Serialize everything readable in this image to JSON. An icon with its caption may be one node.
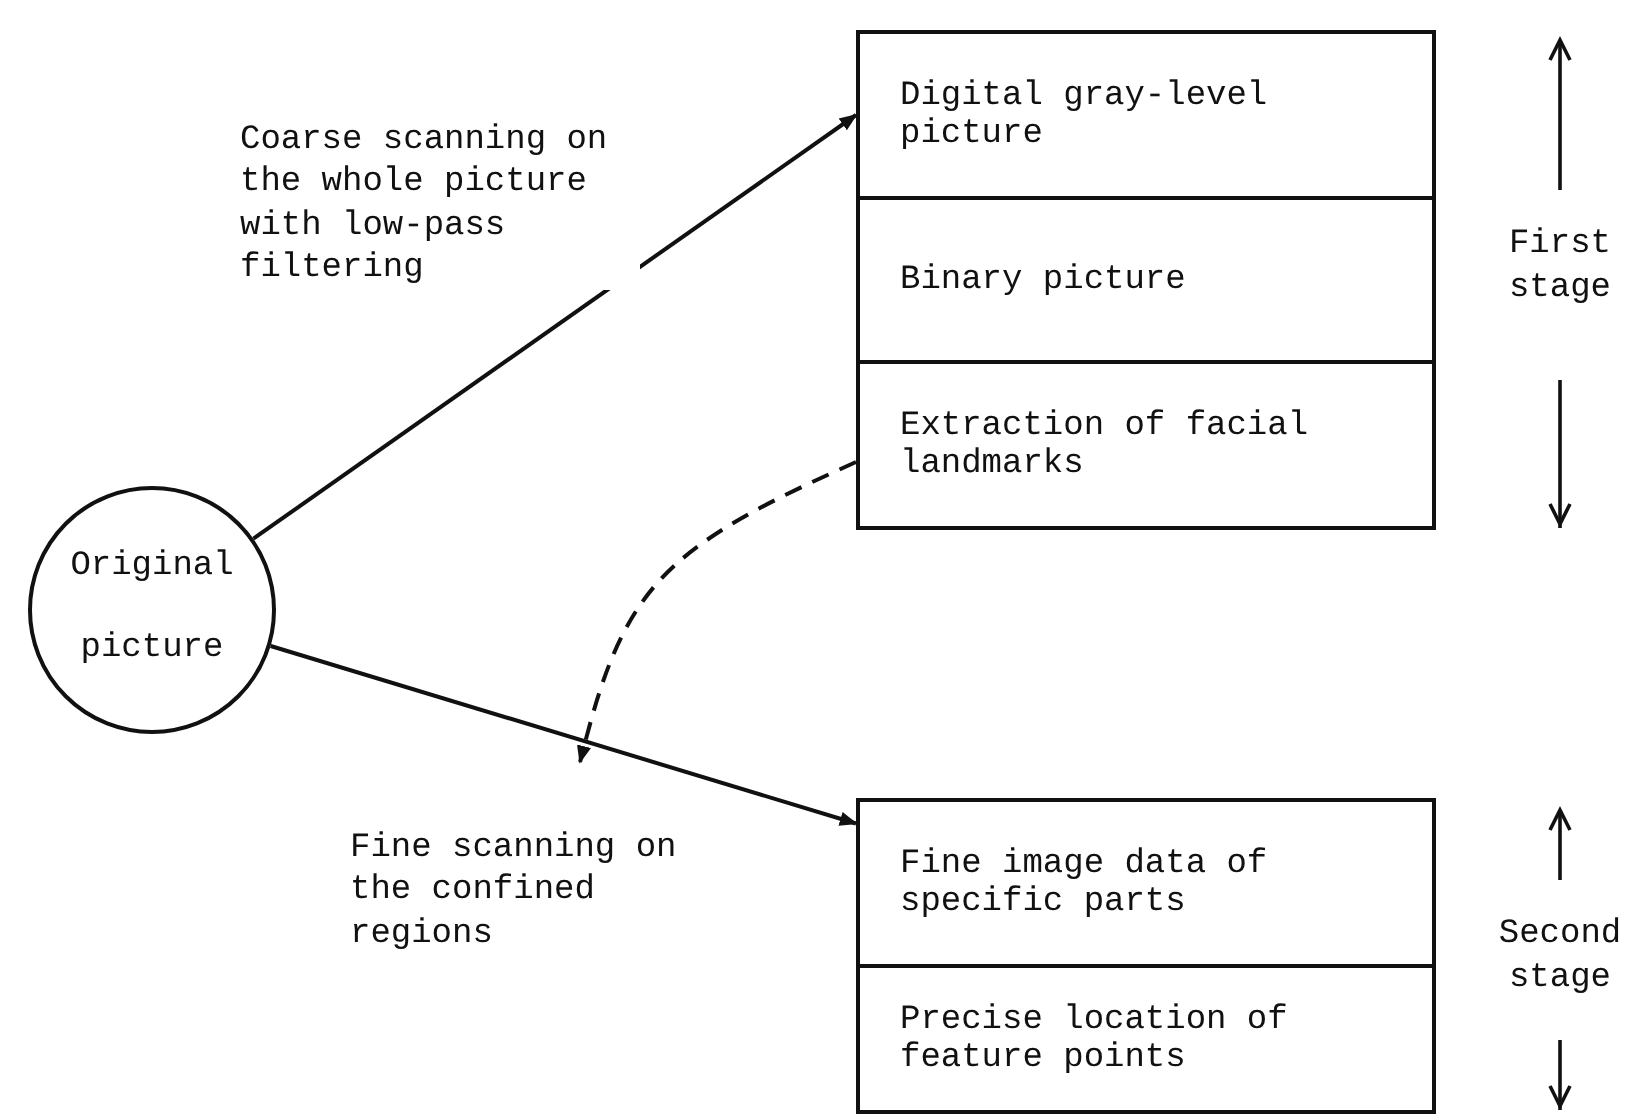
{
  "diagram": {
    "nodes": [
      {
        "text": [
          "Original picture"
        ]
      },
      {
        "text": [
          "Digital gray-level picture"
        ]
      },
      {
        "text": [
          "Binary picture"
        ]
      },
      {
        "text": [
          "Extraction of facial landmarks"
        ]
      },
      {
        "text": [
          "Fine image data of specific parts"
        ]
      },
      {
        "text": [
          "Precise location of feature points"
        ]
      }
    ],
    "edges": [
      {
        "from": 0,
        "to": 1,
        "arrow": "to",
        "label": "Coarse scanning on the whole picture with low-pass filtering"
      },
      {
        "from": 0,
        "to": 4,
        "arrow": "to",
        "label": "Fine scanning on the confined regions"
      },
      {
        "from": 3,
        "to": null,
        "arrow": "to",
        "style": "dashed"
      }
    ],
    "labels": [
      "First stage",
      "Second stage"
    ]
  }
}
